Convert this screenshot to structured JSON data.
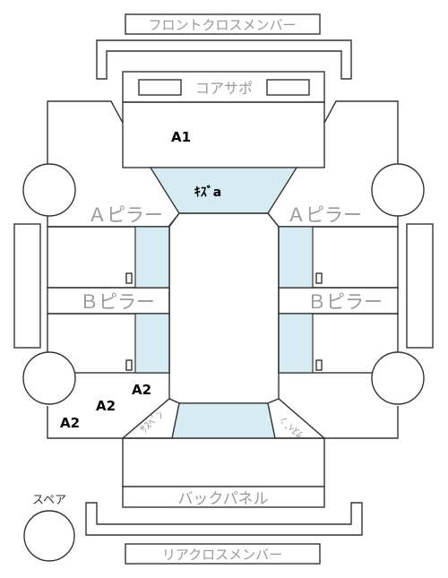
{
  "labels": {
    "front_cross_member": "フロントクロスメンバー",
    "core_support": "コアサポ",
    "a_pillar_left": "Ａピラー",
    "a_pillar_right": "Ａピラー",
    "b_pillar_left": "Ｂピラー",
    "b_pillar_right": "Ｂピラー",
    "back_panel": "バックパネル",
    "rear_cross_member": "リアクロスメンバー",
    "spare": "スペア",
    "suspension_left": "ｻｽﾍﾟﾝ",
    "suspension_right": "ｻｽﾍﾟﾝ"
  },
  "damage_marks": {
    "front": "A1",
    "windshield": "ｷｽﾞa",
    "rear_center": "A2",
    "rear_left_upper": "A2",
    "rear_left_lower": "A2"
  }
}
